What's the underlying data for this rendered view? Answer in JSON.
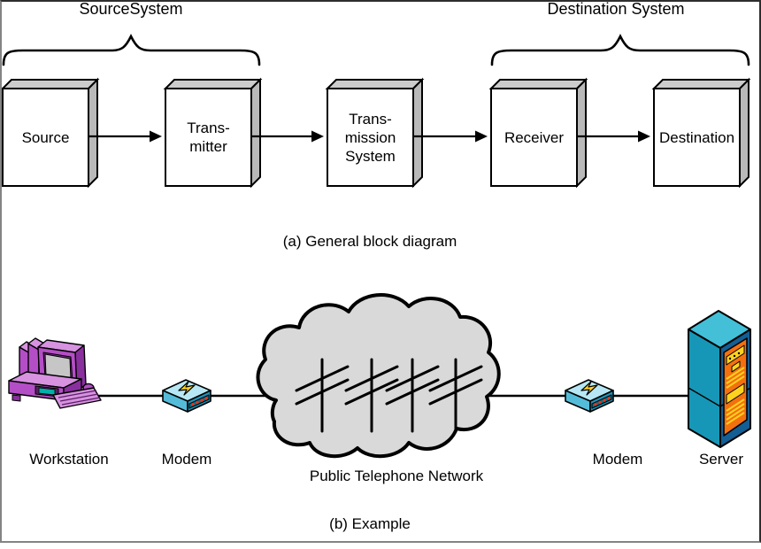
{
  "figure": {
    "section_a": {
      "caption": "(a) General block diagram",
      "source_group_label": "SourceSystem",
      "destination_group_label": "Destination System",
      "blocks": [
        {
          "id": "source",
          "label": "Source"
        },
        {
          "id": "transmitter",
          "label": "Trans-\nmitter"
        },
        {
          "id": "transmission-system",
          "label": "Trans-\nmission\nSystem"
        },
        {
          "id": "receiver",
          "label": "Receiver"
        },
        {
          "id": "destination",
          "label": "Destination"
        }
      ]
    },
    "section_b": {
      "caption": "(b) Example",
      "labels": {
        "workstation": "Workstation",
        "modem_left": "Modem",
        "network": "Public Telephone Network",
        "modem_right": "Modem",
        "server": "Server"
      }
    },
    "colors": {
      "block_face": "#ffffff",
      "block_shade_top": "#cccccc",
      "block_shade_side": "#b9b9b9",
      "outline": "#000000",
      "cloud_fill": "#d9d9d9",
      "workstation_purple": "#b44ec6",
      "workstation_purple_light": "#d792e0",
      "workstation_purple_dark": "#8a2f9e",
      "screen_gray": "#c6c6c6",
      "modem_top_cyan": "#b7e7f4",
      "modem_side_cyan": "#54bcd9",
      "modem_front_cyan": "#1e93ba",
      "strip_teal": "#00b2a8",
      "led_red": "#e8311a",
      "bolt_yellow": "#ffd21e",
      "server_top_cyan": "#43bfd8",
      "server_teal": "#1797b7",
      "server_blue": "#135e94",
      "server_panel_orange": "#f3700f",
      "detail_yellow": "#ffd21e"
    }
  }
}
